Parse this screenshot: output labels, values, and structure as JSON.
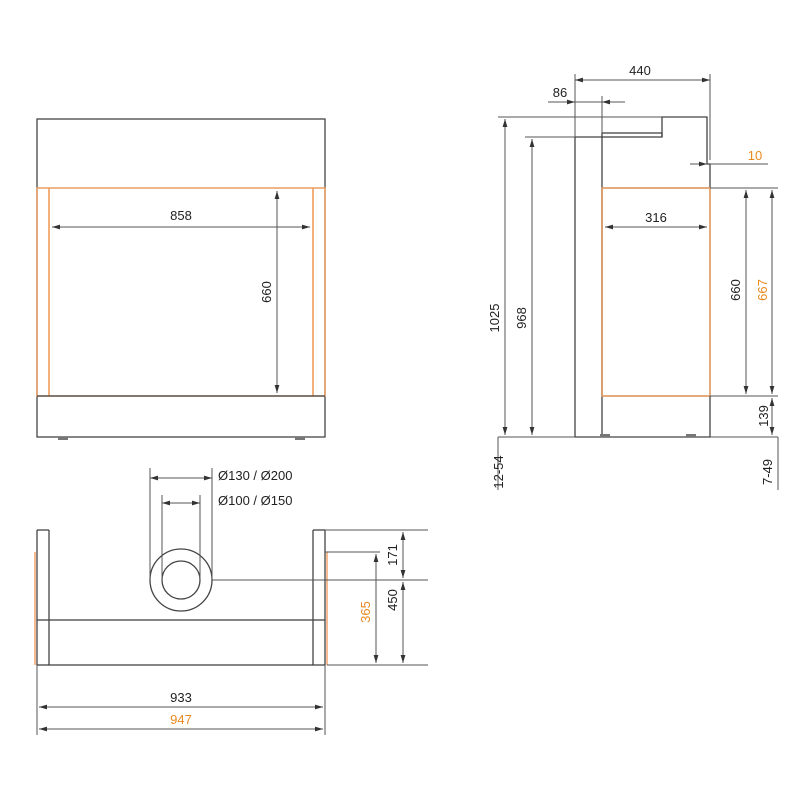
{
  "front_view": {
    "width_inner": "858",
    "height_inner": "660"
  },
  "side_view": {
    "depth_total": "440",
    "depth_rear": "86",
    "flue_offset": "10",
    "depth_opening": "316",
    "height_total": "1025",
    "height_body": "968",
    "height_opening": "660",
    "height_opening_alt": "667",
    "base_height": "139",
    "leg_adjust_left": "12-54",
    "leg_adjust_right": "7-49"
  },
  "top_view": {
    "flue_outer": "Ø130 / Ø200",
    "flue_inner": "Ø100 / Ø150",
    "flue_center_depth": "171",
    "depth_total": "450",
    "depth_alt": "365",
    "width": "933",
    "width_alt": "947"
  },
  "colors": {
    "line": "#444444",
    "accent": "#e8891e"
  }
}
